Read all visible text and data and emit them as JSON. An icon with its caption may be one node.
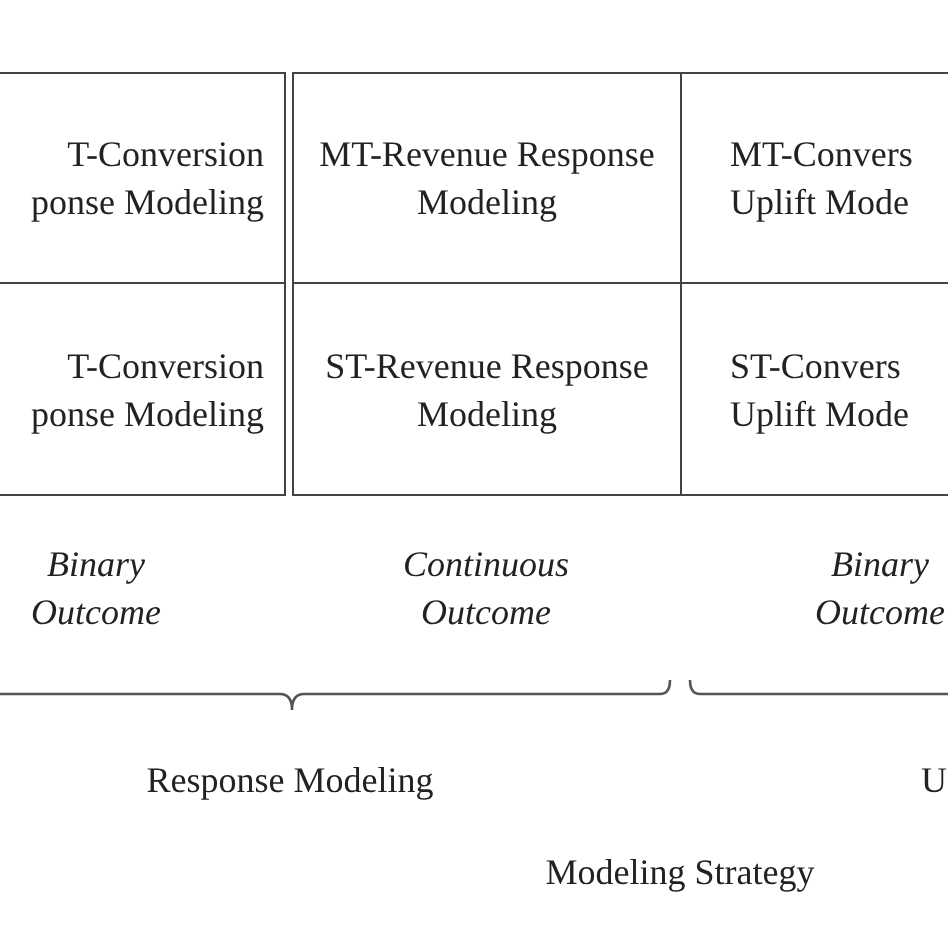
{
  "diagram": {
    "labels": [
      "T-Conversion ponse Modeling",
      "MT-Revenue Response Modeling",
      "MT-Convers Uplift Mode",
      "T-Conversion ponse Modeling",
      "ST-Revenue Response Modeling",
      "ST-Convers Uplift Mode",
      "Binary Outcome",
      "Continuous Outcome",
      "Binary Outcome",
      "Response Modeling",
      "U",
      "Modeling Strategy"
    ]
  }
}
